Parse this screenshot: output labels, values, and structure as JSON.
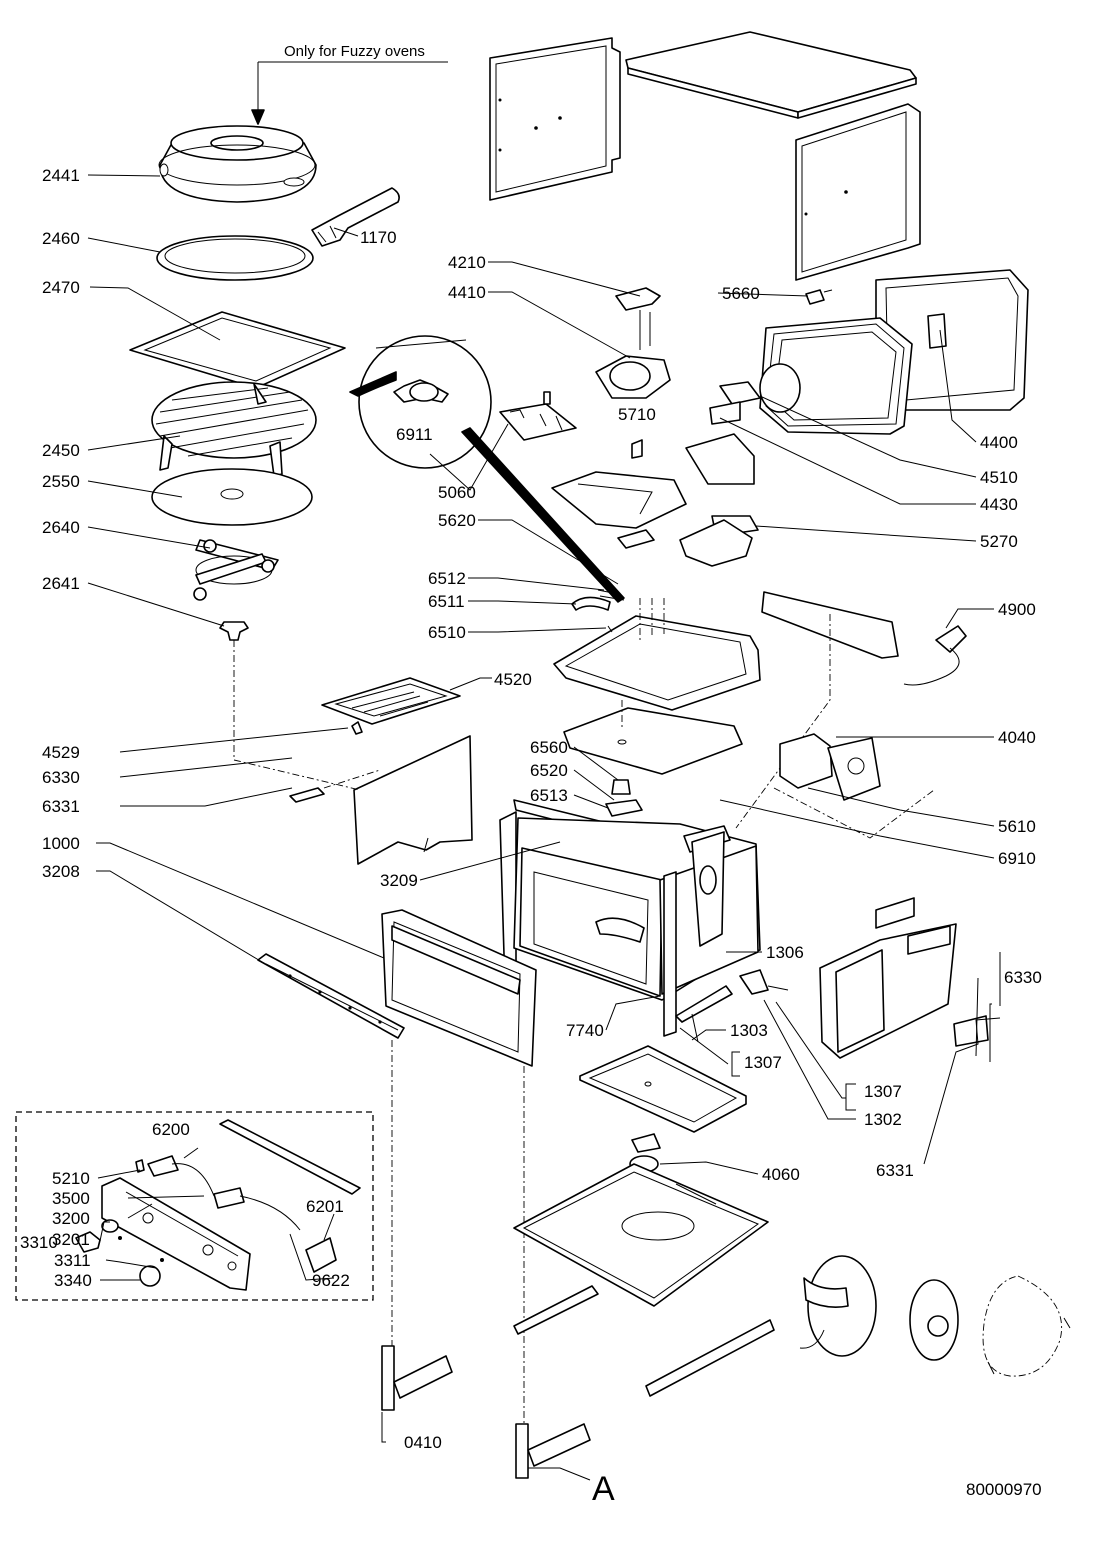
{
  "diagram": {
    "note": "Only for Fuzzy ovens",
    "drawing_number": "80000970",
    "detail_letter": "A",
    "labels": {
      "p2441": "2441",
      "p2460": "2460",
      "p1170": "1170",
      "p2470": "2470",
      "p2450": "2450",
      "p2550": "2550",
      "p2640": "2640",
      "p2641": "2641",
      "p4520": "4520",
      "p4529": "4529",
      "p6330a": "6330",
      "p6331a": "6331",
      "p1000": "1000",
      "p3208": "3208",
      "p3209": "3209",
      "p4210": "4210",
      "p4410": "4410",
      "p5660": "5660",
      "p4400": "4400",
      "p4510": "4510",
      "p4430": "4430",
      "p5270": "5270",
      "p6911": "6911",
      "p5710": "5710",
      "p5060": "5060",
      "p5620": "5620",
      "p6512": "6512",
      "p6511": "6511",
      "p6510": "6510",
      "p4900": "4900",
      "p4040": "4040",
      "p6560": "6560",
      "p6520": "6520",
      "p6513": "6513",
      "p5610": "5610",
      "p6910": "6910",
      "p1306": "1306",
      "p6330b": "6330",
      "p7740": "7740",
      "p1303": "1303",
      "p1307a": "1307",
      "p1307b": "1307",
      "p1302": "1302",
      "p6331b": "6331",
      "p4060": "4060",
      "p6200": "6200",
      "p5210": "5210",
      "p3500": "3500",
      "p3200": "3200",
      "p6201": "6201",
      "p3201": "3201",
      "p3310": "3310",
      "p3311": "3311",
      "p3340": "3340",
      "p9622": "9622",
      "p0410": "0410"
    }
  }
}
